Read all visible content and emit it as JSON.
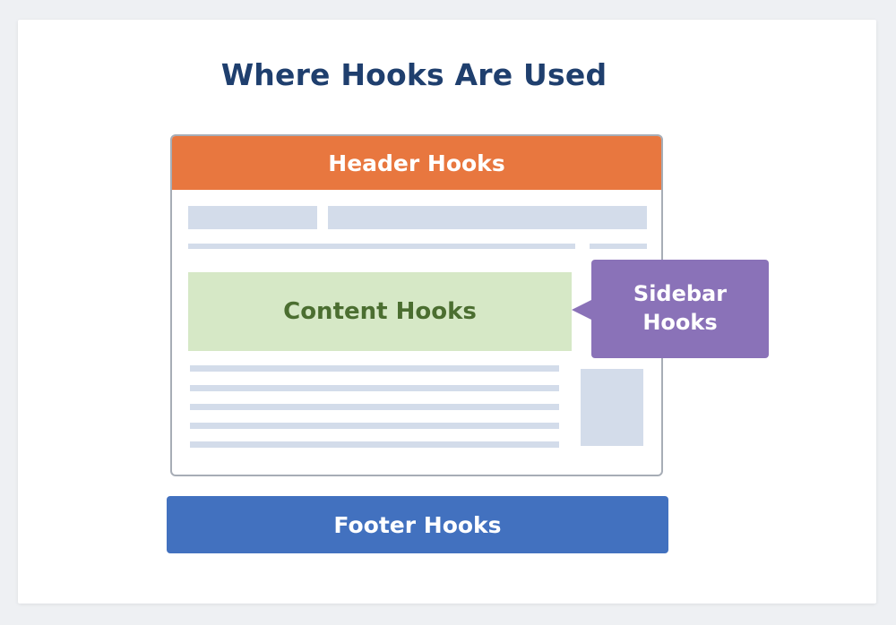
{
  "title": "Where Hooks Are Used",
  "header": {
    "label": "Header Hooks"
  },
  "content": {
    "label": "Content Hooks"
  },
  "sidebar": {
    "line1": "Sidebar",
    "line2": "Hooks"
  },
  "footer": {
    "label": "Footer Hooks"
  },
  "colors": {
    "title": "#1f3f6e",
    "header": "#e8773f",
    "content": "#d6e8c6",
    "content_text": "#4b6e30",
    "sidebar": "#8a72b8",
    "footer": "#4271bf",
    "placeholder": "#d3dcea"
  }
}
